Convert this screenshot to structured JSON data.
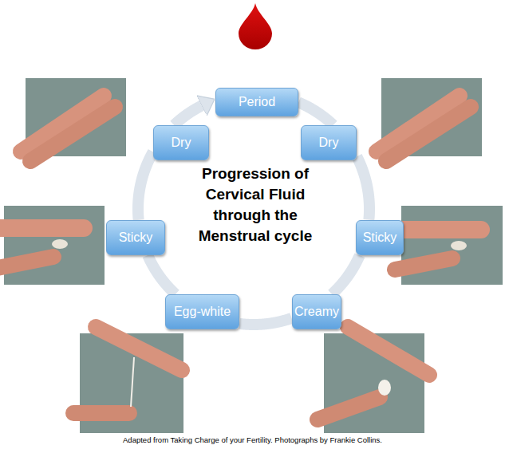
{
  "diagram": {
    "title": "Progression of Cervical Fluid through the Menstrual cycle",
    "caption": "Adapted from Taking Charge of your Fertility. Photographs by Frankie Collins.",
    "nodes": [
      {
        "text": [
          "Period"
        ]
      },
      {
        "text": [
          "Dry"
        ]
      },
      {
        "text": [
          "Sticky"
        ]
      },
      {
        "text": [
          "Creamy"
        ]
      },
      {
        "text": [
          "Egg-white"
        ]
      },
      {
        "text": [
          "Sticky"
        ]
      },
      {
        "text": [
          "Dry"
        ]
      }
    ],
    "edges": [
      {
        "from": 0,
        "to": 1,
        "arrow": "none"
      },
      {
        "from": 1,
        "to": 2,
        "arrow": "none"
      },
      {
        "from": 2,
        "to": 3,
        "arrow": "none"
      },
      {
        "from": 3,
        "to": 4,
        "arrow": "none"
      },
      {
        "from": 4,
        "to": 5,
        "arrow": "none"
      },
      {
        "from": 5,
        "to": 6,
        "arrow": "none"
      },
      {
        "from": 6,
        "to": 0,
        "arrow": "to"
      }
    ]
  }
}
